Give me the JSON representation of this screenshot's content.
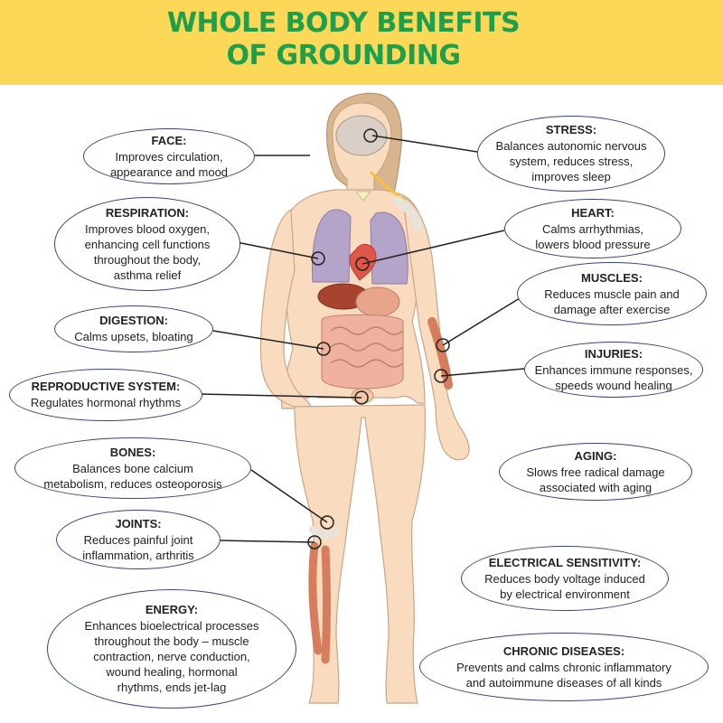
{
  "title": {
    "line1": "WHOLE BODY BENEFITS",
    "line2": "OF GROUNDING"
  },
  "colors": {
    "banner": "#fbd857",
    "title": "#1f9e4b",
    "callout_border": "#35457d",
    "skin": "#f9dcc0"
  },
  "callouts": {
    "face": {
      "heading": "FACE:",
      "body": [
        "Improves circulation,",
        "appearance and mood"
      ]
    },
    "respiration": {
      "heading": "RESPIRATION:",
      "body": [
        "Improves blood oxygen,",
        "enhancing cell functions",
        "throughout the body,",
        "asthma relief"
      ]
    },
    "digestion": {
      "heading": "DIGESTION:",
      "body": [
        "Calms upsets, bloating"
      ]
    },
    "reproductive": {
      "heading": "REPRODUCTIVE SYSTEM:",
      "body": [
        "Regulates hormonal rhythms"
      ]
    },
    "bones": {
      "heading": "BONES:",
      "body": [
        "Balances bone calcium",
        "metabolism, reduces osteoporosis"
      ]
    },
    "joints": {
      "heading": "JOINTS:",
      "body": [
        "Reduces painful joint",
        "inflammation, arthritis"
      ]
    },
    "energy": {
      "heading": "ENERGY:",
      "body": [
        "Enhances bioelectrical processes",
        "throughout the body – muscle",
        "contraction, nerve conduction,",
        "wound healing, hormonal",
        "rhythms, ends jet-lag"
      ]
    },
    "stress": {
      "heading": "STRESS:",
      "body": [
        "Balances autonomic nervous",
        "system, reduces stress,",
        "improves sleep"
      ]
    },
    "heart": {
      "heading": "HEART:",
      "body": [
        "Calms arrhythmias,",
        "lowers blood pressure"
      ]
    },
    "muscles": {
      "heading": "MUSCLES:",
      "body": [
        "Reduces muscle pain and",
        "damage after exercise"
      ]
    },
    "injuries": {
      "heading": "INJURIES:",
      "body": [
        "Enhances immune responses,",
        "speeds wound healing"
      ]
    },
    "aging": {
      "heading": "AGING:",
      "body": [
        "Slows free radical damage",
        "associated with aging"
      ]
    },
    "electrical": {
      "heading": "ELECTRICAL SENSITIVITY:",
      "body": [
        "Reduces body voltage induced",
        "by electrical environment"
      ]
    },
    "chronic": {
      "heading": "CHRONIC DISEASES:",
      "body": [
        "Prevents and calms chronic inflammatory",
        "and autoimmune diseases of all kinds"
      ]
    }
  }
}
